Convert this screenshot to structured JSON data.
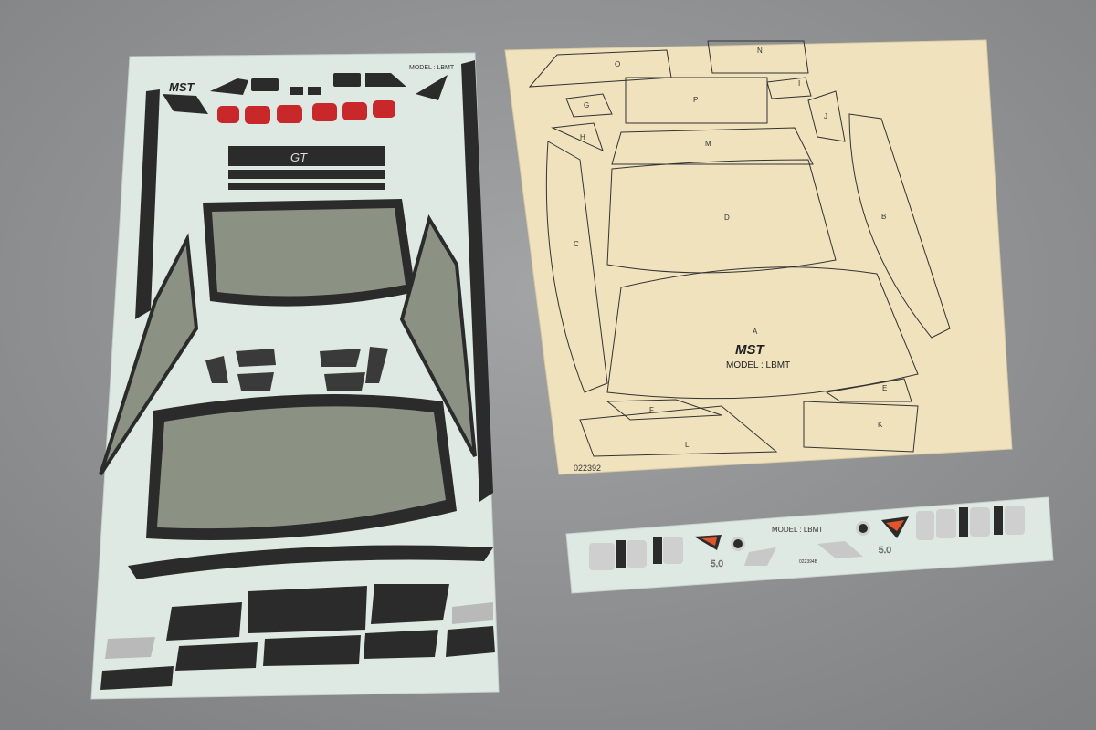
{
  "colors": {
    "background": "#8f9092",
    "clear_sheet": "#dfe9e3",
    "tan_sheet": "#efe2bd",
    "tint": "#8c9283",
    "dark": "#2b2b2b",
    "red": "#c8282a",
    "orange": "#e2542a"
  },
  "left_sheet": {
    "brand": "MST",
    "model": "MODEL : LBMT",
    "badge": "GT"
  },
  "right_sheet": {
    "brand": "MST",
    "model": "MODEL : LBMT",
    "part_number": "022392",
    "letters": [
      "A",
      "B",
      "C",
      "D",
      "E",
      "F",
      "G",
      "H",
      "I",
      "J",
      "K",
      "L",
      "M",
      "N",
      "O",
      "P"
    ]
  },
  "strip_sheet": {
    "model": "MODEL : LBMT",
    "part_number": "022394B",
    "badge_text": "5.0"
  }
}
